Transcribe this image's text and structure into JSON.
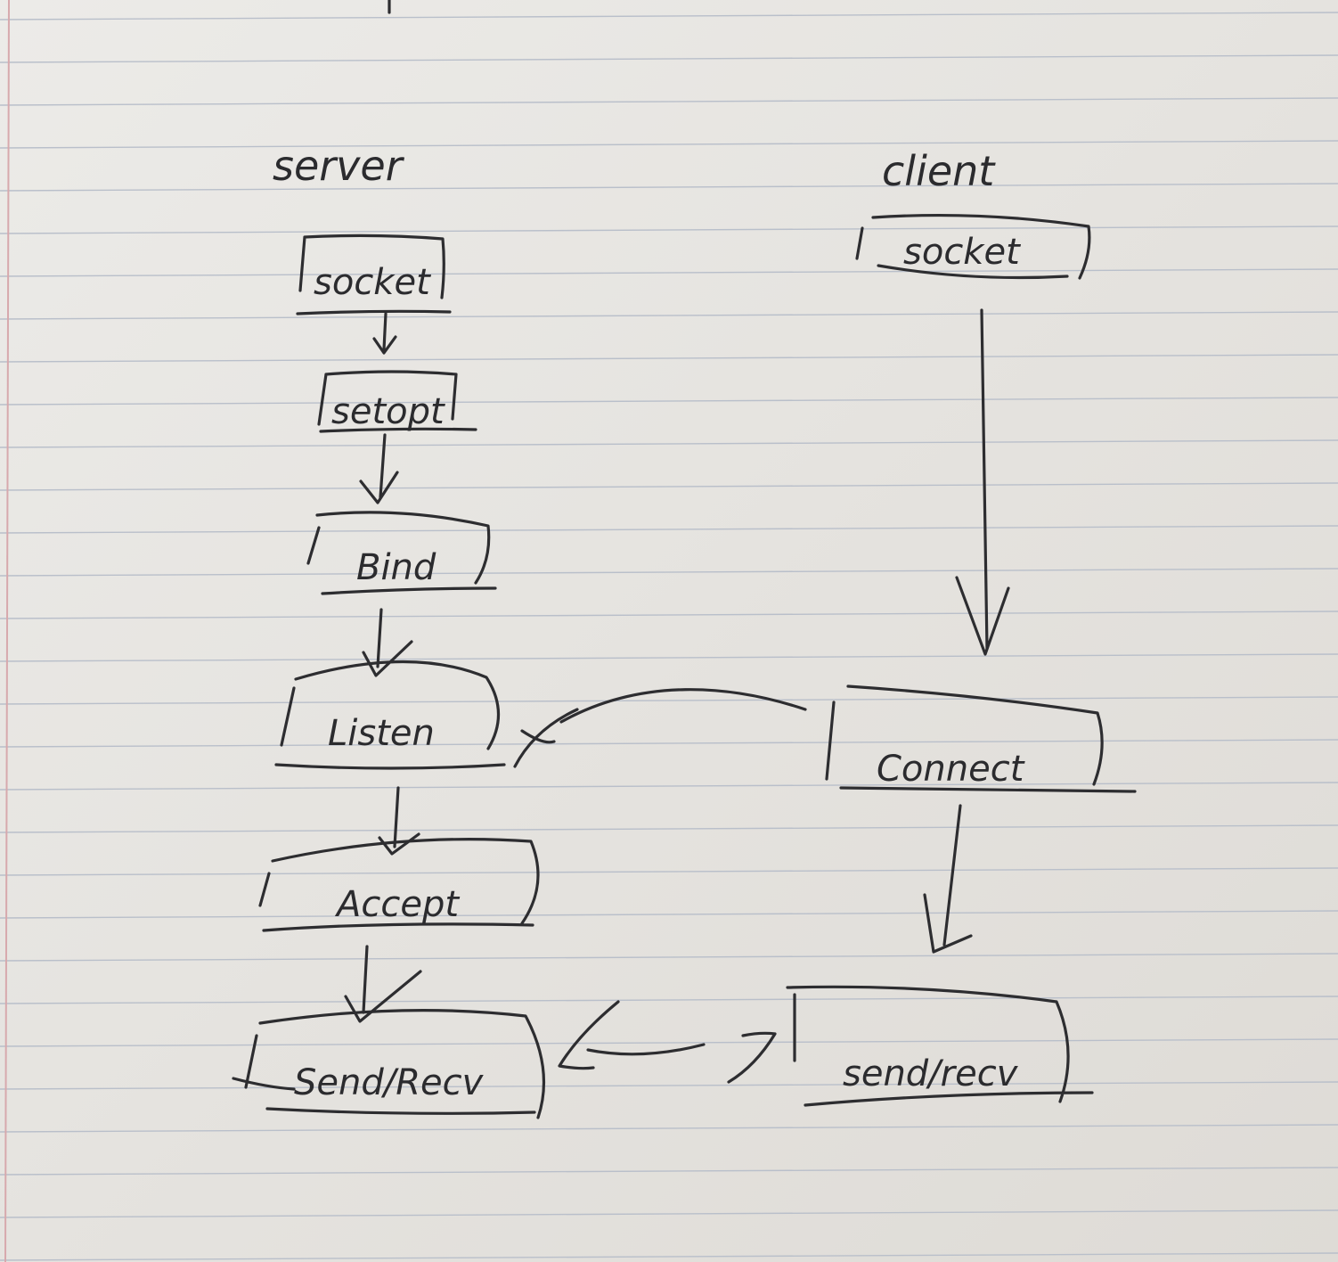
{
  "server": {
    "title": "server",
    "steps": [
      "socket",
      "setopt",
      "Bind",
      "Listen",
      "Accept",
      "Send/Recv"
    ]
  },
  "client": {
    "title": "client",
    "steps": [
      "socket",
      "Connect",
      "send/recv"
    ]
  }
}
